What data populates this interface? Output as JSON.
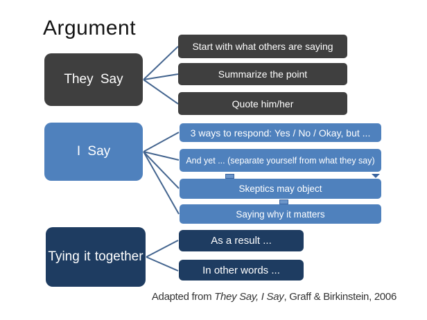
{
  "title": "Argument",
  "caption": {
    "prefix": "Adapted from ",
    "book": "They Say, I Say",
    "suffix": ", Graff & Birkinstein, 2006"
  },
  "colors": {
    "dark_gray": "#3F3F3F",
    "blue": "#4F81BD",
    "navy": "#1E3C61",
    "connector_line": "#44658F"
  },
  "groups": [
    {
      "label": "They Say",
      "items": [
        "Start with what others are saying",
        "Summarize the point",
        "Quote him/her"
      ]
    },
    {
      "label": "I Say",
      "items": [
        "3 ways to respond: Yes / No / Okay, but ...",
        "And yet ... (separate yourself from what they say)",
        "Skeptics may object",
        "Saying why it matters"
      ]
    },
    {
      "label": "Tying it together",
      "items": [
        "As a result ...",
        "In other words ..."
      ]
    }
  ]
}
